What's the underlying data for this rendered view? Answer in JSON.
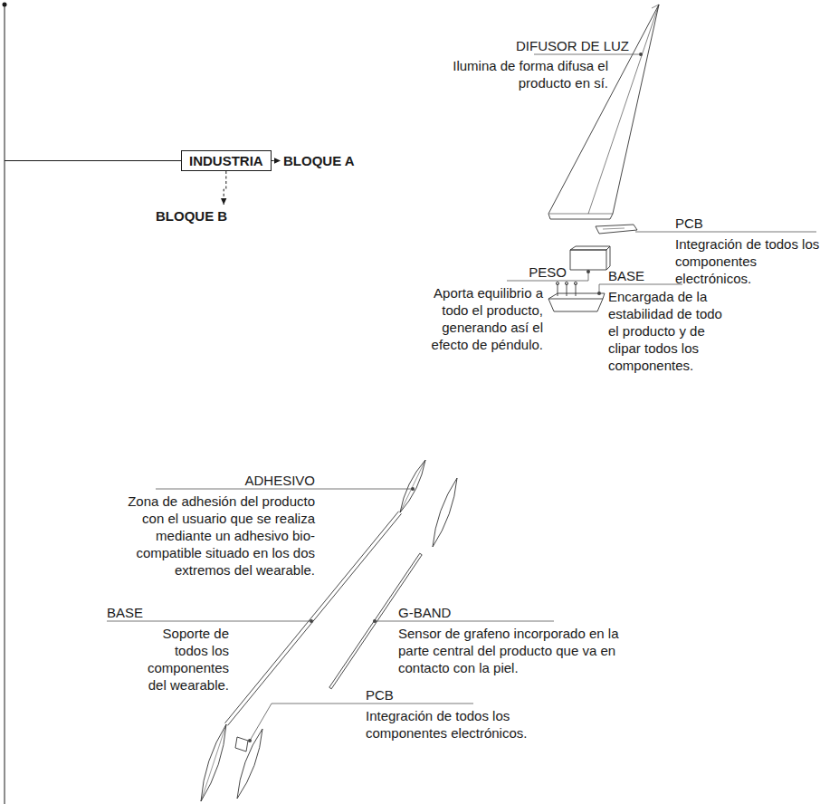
{
  "diagram": {
    "nodes": [
      {
        "text": [
          "INDUSTRIA"
        ]
      },
      {
        "text": [
          "BLOQUE A"
        ]
      },
      {
        "text": [
          "BLOQUE B"
        ]
      }
    ],
    "edges": [
      {
        "from": 0,
        "to": 1,
        "arrow": "to"
      },
      {
        "from": 0,
        "to": 2,
        "arrow": "to"
      }
    ],
    "labels": [
      "DIFUSOR DE LUZ",
      "Ilumina de forma difusa el producto en sí.",
      "PCB",
      "Integración de todos los componentes electrónicos.",
      "PESO",
      "Aporta equilibrio a todo el producto, generando así el efecto de péndulo.",
      "BASE",
      "Encargada de la estabilidad de todo el producto y de clipar todos los componentes.",
      "ADHESIVO",
      "Zona de adhesión del producto con el usuario que se realiza mediante un adhesivo bio-compatible situado en los dos extremos del wearable.",
      "BASE",
      "Soporte de todos los componentes del wearable.",
      "G-BAND",
      "Sensor de grafeno incorporado en la parte central del producto que va en contacto con la piel.",
      "PCB",
      "Integración de todos los componentes electrónicos."
    ]
  }
}
